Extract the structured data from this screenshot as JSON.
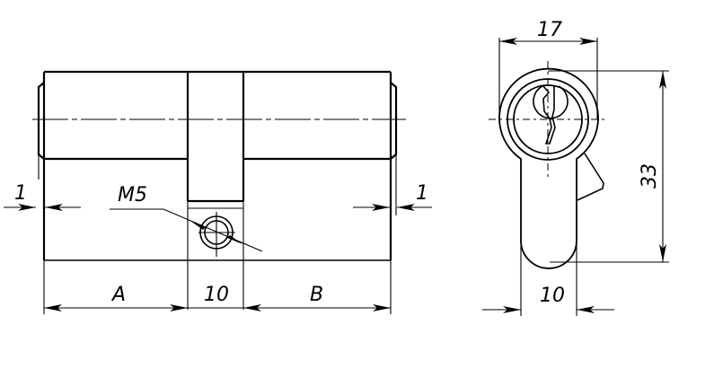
{
  "drawing": {
    "title": "Euro profile lock cylinder technical drawing",
    "front_view": {
      "dimensions": {
        "left_chamfer": "1",
        "right_chamfer": "1",
        "screw_thread": "M5",
        "length_a": "A",
        "cam_width": "10",
        "length_b": "B"
      }
    },
    "side_view": {
      "dimensions": {
        "diameter": "17",
        "height": "33",
        "profile_width": "10"
      }
    },
    "colors": {
      "line": "#000000",
      "background": "#ffffff"
    }
  }
}
